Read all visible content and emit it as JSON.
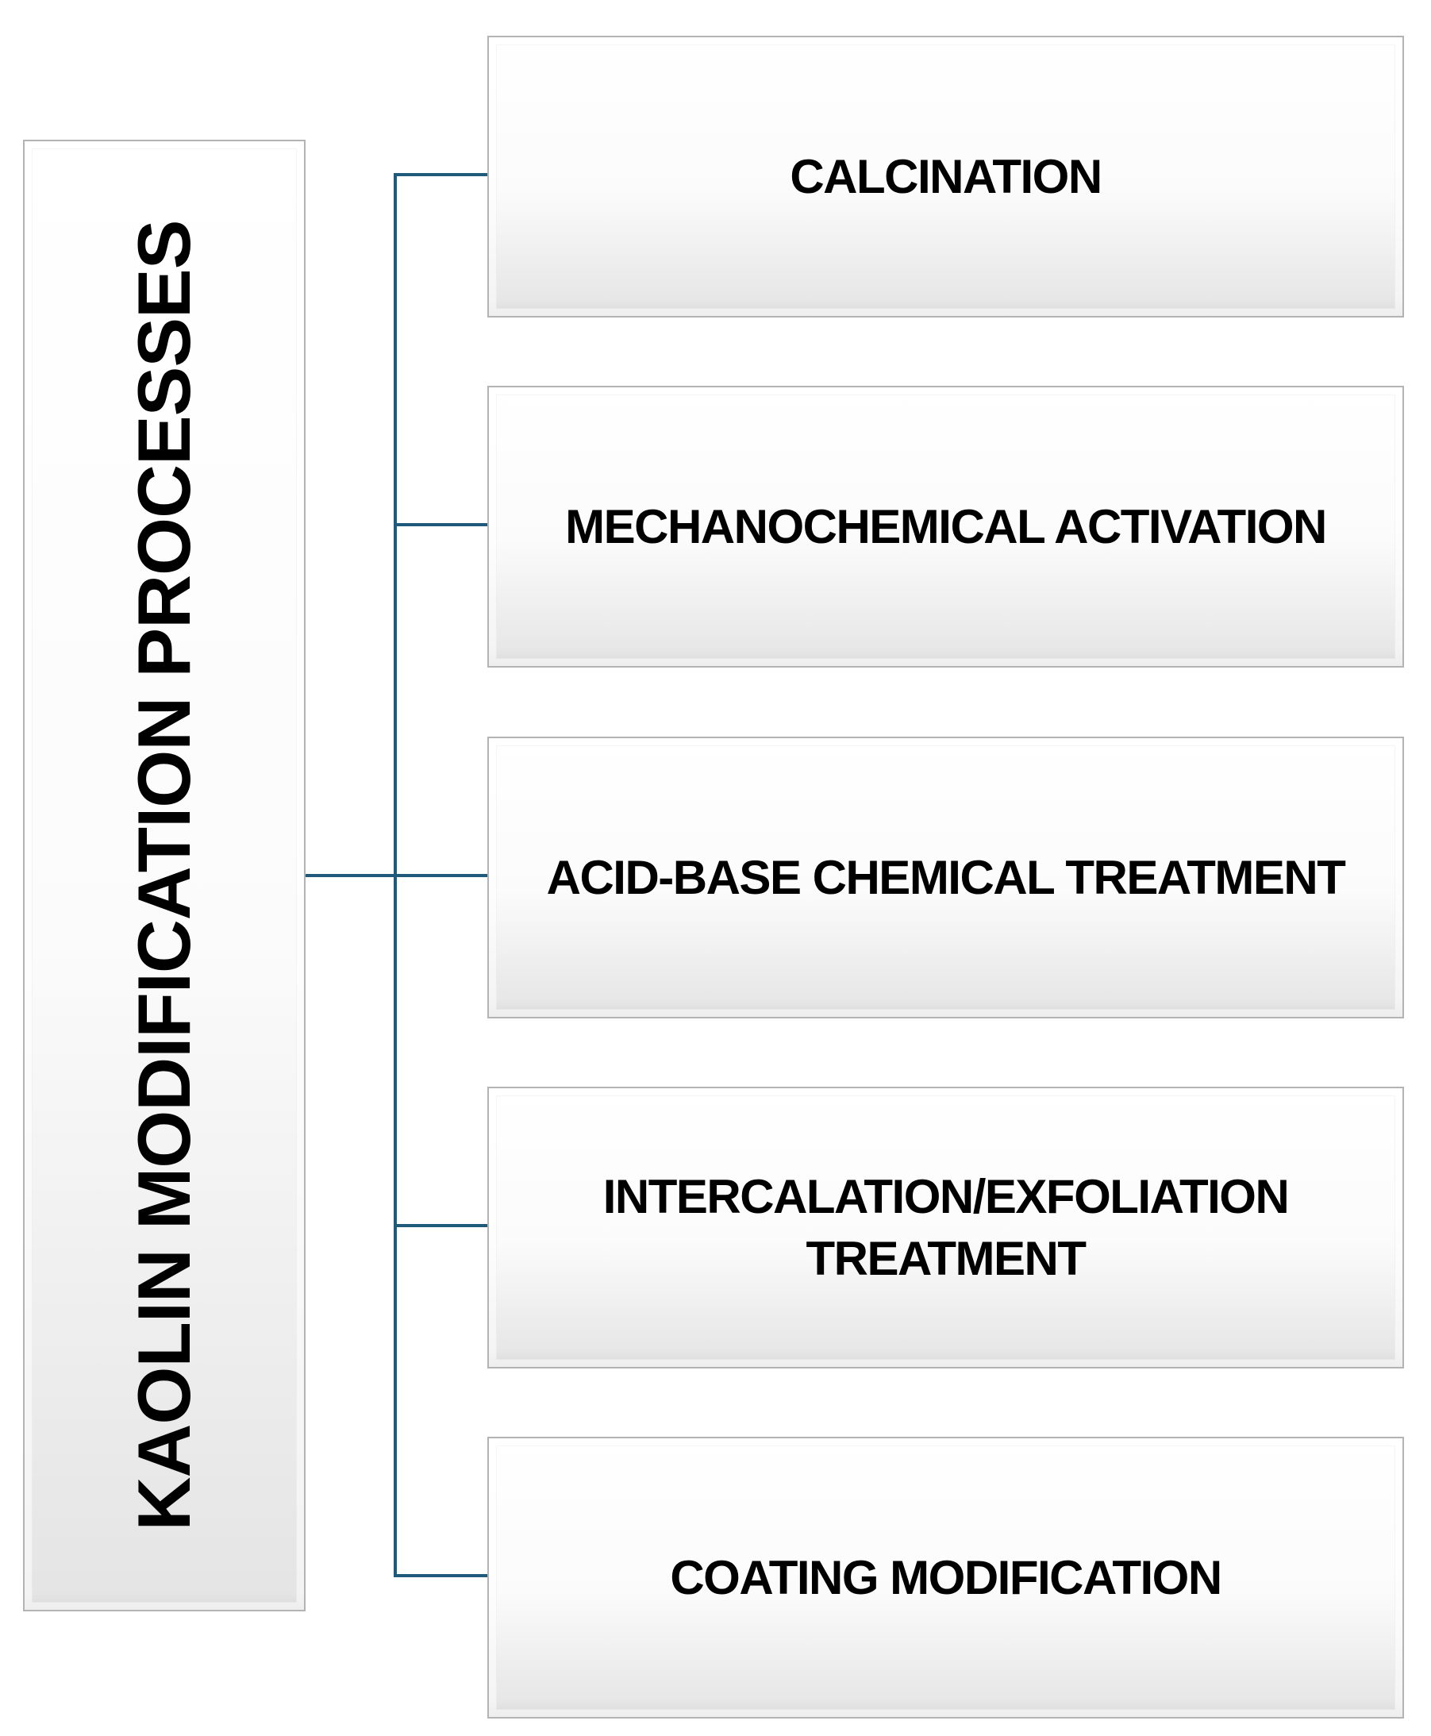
{
  "diagram": {
    "root": {
      "label": "KAOLIN MODIFICATION PROCESSES"
    },
    "branches": [
      {
        "lines": [
          "CALCINATION"
        ]
      },
      {
        "lines": [
          "MECHANOCHEMICAL ACTIVATION"
        ]
      },
      {
        "lines": [
          "ACID-BASE CHEMICAL TREATMENT"
        ]
      },
      {
        "lines": [
          "INTERCALATION/EXFOLIATION",
          "TREATMENT"
        ]
      },
      {
        "lines": [
          "COATING MODIFICATION"
        ]
      }
    ],
    "connector_color": "#1f5a7a"
  }
}
